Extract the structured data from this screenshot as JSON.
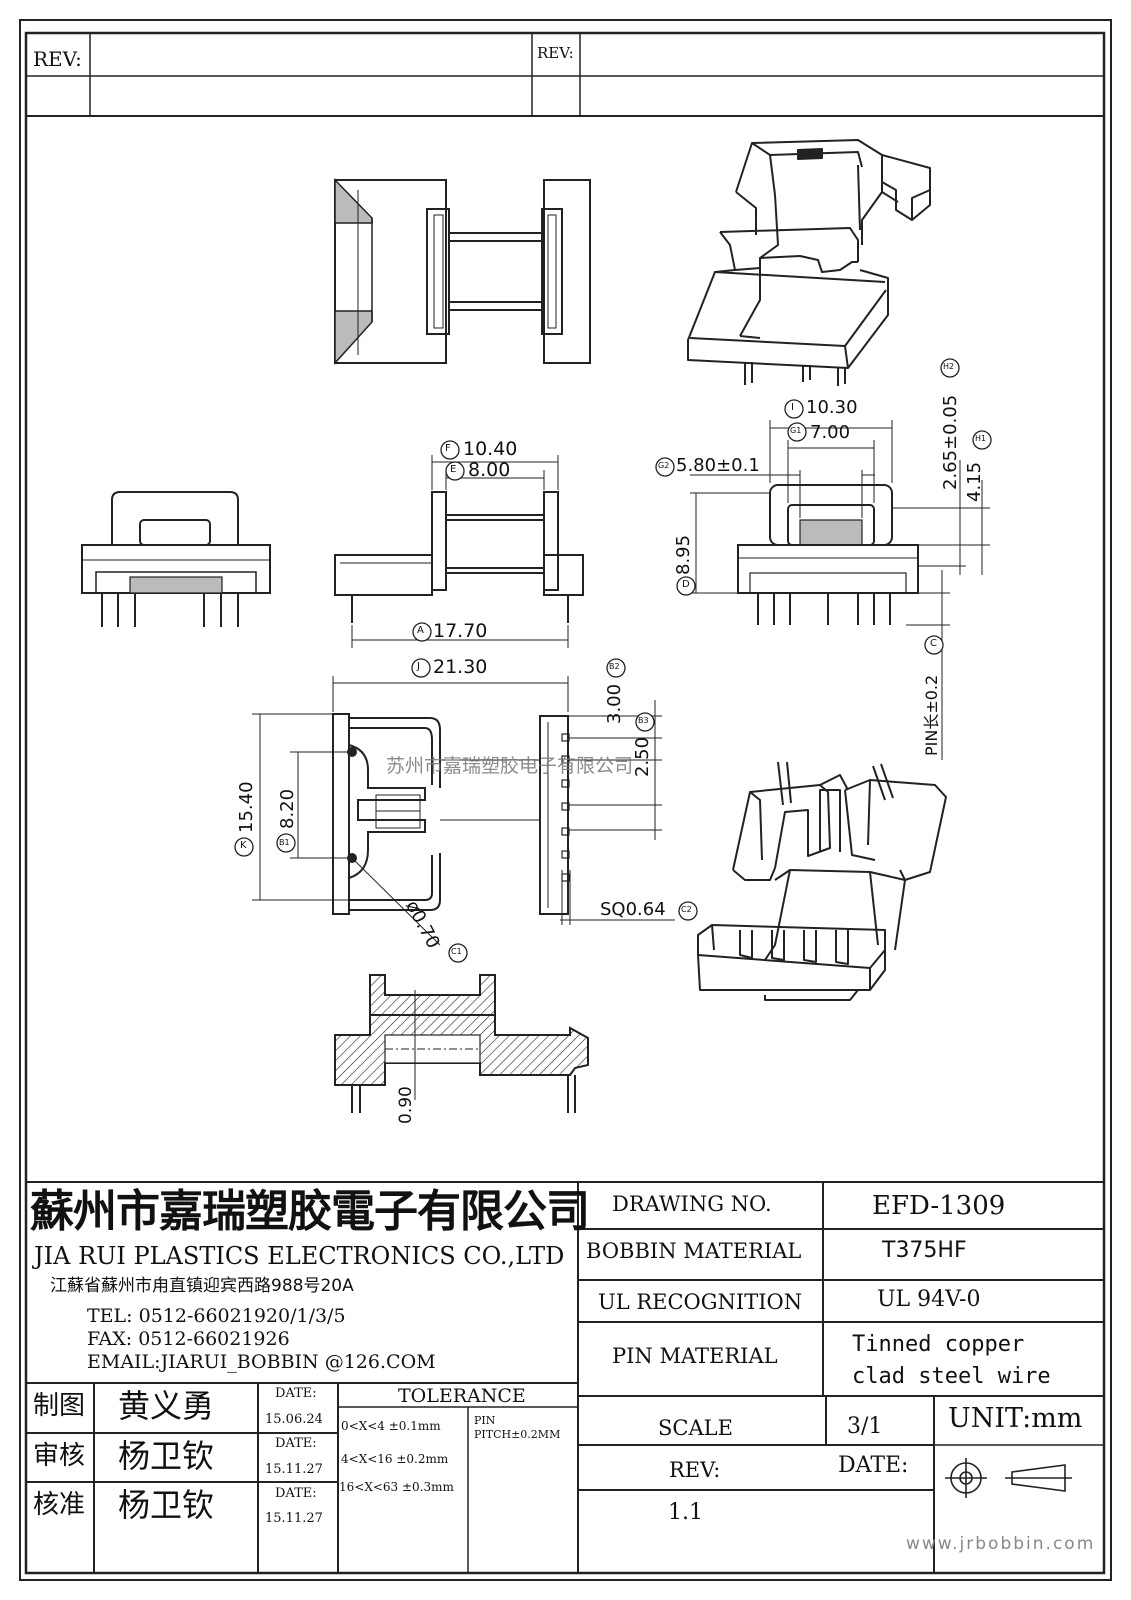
{
  "revision_block": {
    "rev_label_left": "REV:",
    "rev_label_right": "REV:"
  },
  "dimensions": {
    "F": "10.40",
    "E": "8.00",
    "A": "17.70",
    "J": "21.30",
    "I": "10.30",
    "G1": "7.00",
    "G2": "5.80±0.1",
    "D": "8.95",
    "H2": "2.65±0.05",
    "H1": "4.15",
    "pin_length": "PIN长±0.2",
    "B2": "3.00",
    "B3": "2.50",
    "K": "15.40",
    "B1": "8.20",
    "C1": "ø0.70",
    "C2": "SQ0.64",
    "flange_thickness": "0.90"
  },
  "dimension_tags": {
    "F": "F",
    "E": "E",
    "A": "A",
    "J": "J",
    "I": "I",
    "G1": "G1",
    "G2": "G2",
    "D": "D",
    "H2": "H2",
    "H1": "H1",
    "C": "C",
    "B2": "B2",
    "B3": "B3",
    "K": "K",
    "B1": "B1",
    "C1": "C1",
    "C2": "C2"
  },
  "watermark": {
    "text": "苏州市嘉瑞塑胶电子有限公司",
    "site": "www.jrbobbin.com"
  },
  "title_block": {
    "company_cn": "蘇州市嘉瑞塑胶電子有限公司",
    "company_en": "JIA RUI PLASTICS ELECTRONICS CO.,LTD",
    "address": "江蘇省蘇州市甪直镇迎宾西路988号20A",
    "tel": "TEL: 0512-66021920/1/3/5",
    "fax": "FAX: 0512-66021926",
    "email": "EMAIL:JIARUI_BOBBIN @126.COM",
    "drawing_no_label": "DRAWING  NO.",
    "drawing_no": "EFD-1309",
    "bobbin_material_label": "BOBBIN  MATERIAL",
    "bobbin_material": "T375HF",
    "ul_label": "UL RECOGNITION",
    "ul_value": "UL 94V-0",
    "pin_material_label": "PIN MATERIAL",
    "pin_material_line1": "Tinned copper",
    "pin_material_line2": "clad steel wire",
    "scale_label": "SCALE",
    "scale": "3/1",
    "unit": "UNIT:mm",
    "rev_label": "REV:",
    "rev": "1.1",
    "date_label": "DATE:",
    "approvals": [
      {
        "role": "制图",
        "name": "黄义勇",
        "date_label": "DATE:",
        "date": "15.06.24"
      },
      {
        "role": "审核",
        "name": "杨卫钦",
        "date_label": "DATE:",
        "date": "15.11.27"
      },
      {
        "role": "核准",
        "name": "杨卫钦",
        "date_label": "DATE:",
        "date": "15.11.27"
      }
    ],
    "tolerance_title": "TOLERANCE",
    "tolerances": [
      "0<X<4  ±0.1mm",
      "4<X<16 ±0.2mm",
      "16<X<63 ±0.3mm"
    ],
    "pin_note_line1": "PIN",
    "pin_note_line2": "PITCH±0.2MM"
  }
}
